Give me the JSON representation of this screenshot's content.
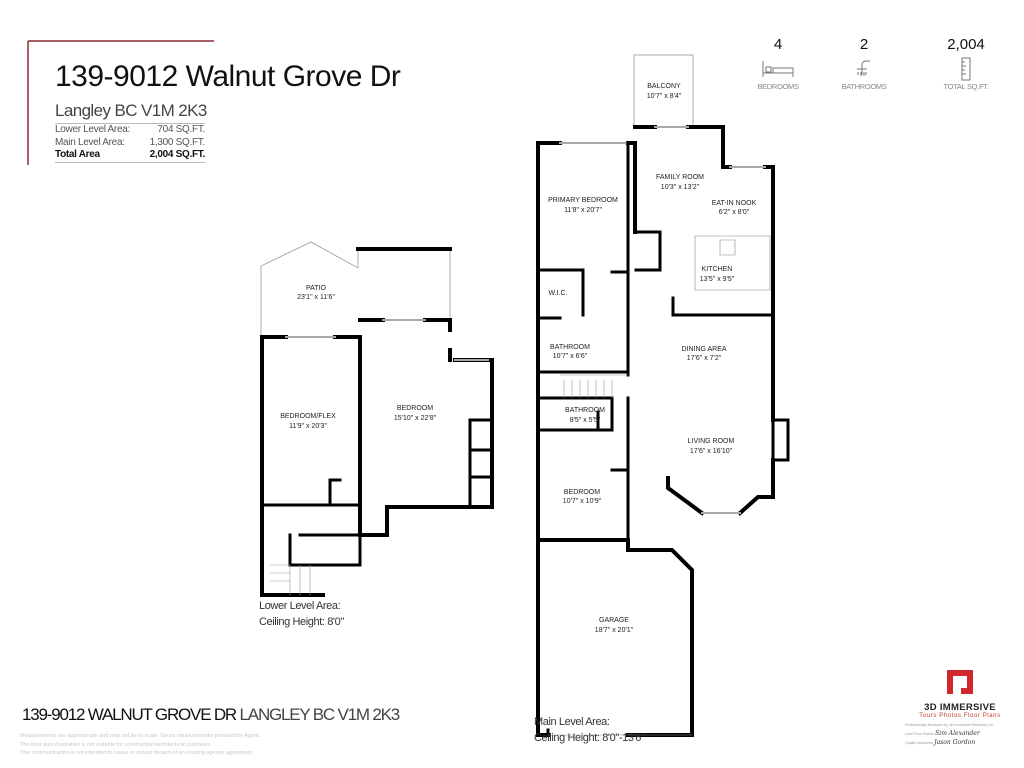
{
  "header": {
    "title": "139-9012 Walnut Grove Dr",
    "subtitle": "Langley BC V1M 2K3",
    "areas": [
      {
        "label": "Lower Level Area:",
        "value": "704 SQ.FT."
      },
      {
        "label": "Main Level Area:",
        "value": "1,300 SQ.FT."
      },
      {
        "label": "Total Area",
        "value": "2,004 SQ.FT."
      }
    ],
    "accent_color": "#8b2c35"
  },
  "stats": [
    {
      "value": "4",
      "label": "BEDROOMS",
      "icon": "bed-icon"
    },
    {
      "value": "2",
      "label": "BATHROOMS",
      "icon": "shower-icon"
    },
    {
      "value": "2,004",
      "label": "TOTAL SQ.FT.",
      "icon": "ruler-icon"
    }
  ],
  "lower_level": {
    "rooms": [
      {
        "name": "PATIO",
        "size": "23'1\" x 11'6\""
      },
      {
        "name": "BEDROOM/FLEX",
        "size": "11'9\" x 20'3\""
      },
      {
        "name": "BEDROOM",
        "size": "15'10\" x 22'8\""
      }
    ],
    "area_label": "Lower Level Area:",
    "ceiling": "Ceiling Height: 8'0\""
  },
  "main_level": {
    "rooms": [
      {
        "name": "BALCONY",
        "size": "10'7\" x 8'4\""
      },
      {
        "name": "FAMILY ROOM",
        "size": "10'3\" x 13'2\""
      },
      {
        "name": "PRIMARY BEDROOM",
        "size": "11'8\" x 20'7\""
      },
      {
        "name": "EAT-IN NOOK",
        "size": "6'2\" x 8'0\""
      },
      {
        "name": "KITCHEN",
        "size": "13'5\" x 9'5\""
      },
      {
        "name": "W.I.C.",
        "size": ""
      },
      {
        "name": "BATHROOM",
        "size": "10'7\" x 6'6\""
      },
      {
        "name": "DINING AREA",
        "size": "17'6\" x 7'2\""
      },
      {
        "name": "BATHROOM",
        "size": "8'5\" x 5'5\""
      },
      {
        "name": "LIVING ROOM",
        "size": "17'6\" x 16'10\""
      },
      {
        "name": "BEDROOM",
        "size": "10'7\" x 10'9\""
      },
      {
        "name": "GARAGE",
        "size": "18'7\" x 20'1\""
      }
    ],
    "area_label": "Main Level Area:",
    "ceiling": "Ceiling Height: 8'0\"-13'6\""
  },
  "footer": {
    "address": "139-9012 WALNUT GROVE DR",
    "city": "LANGLEY BC V1M 2K3",
    "disclaimer": [
      "Measurements are approximate and may not be to scale. Gross measurements provided by Agent.",
      "The floor plan illustration is not suitable for construction/architectural purposes.",
      "This communication is not intended to cause or induce breach of an existing agency agreement."
    ]
  },
  "logo": {
    "brand": "3D IMMERSIVE",
    "tagline": "Tours  Photos  Floor Plans",
    "credit": "Professionally Measured by 3D Immersive Marketing Ltd.",
    "lead_label": "Lead Floor Partner",
    "lead_name": "Sim Alexander",
    "qa_label": "Quality Assurance",
    "qa_name": "Jason Gordon",
    "color": "#d0282e"
  }
}
